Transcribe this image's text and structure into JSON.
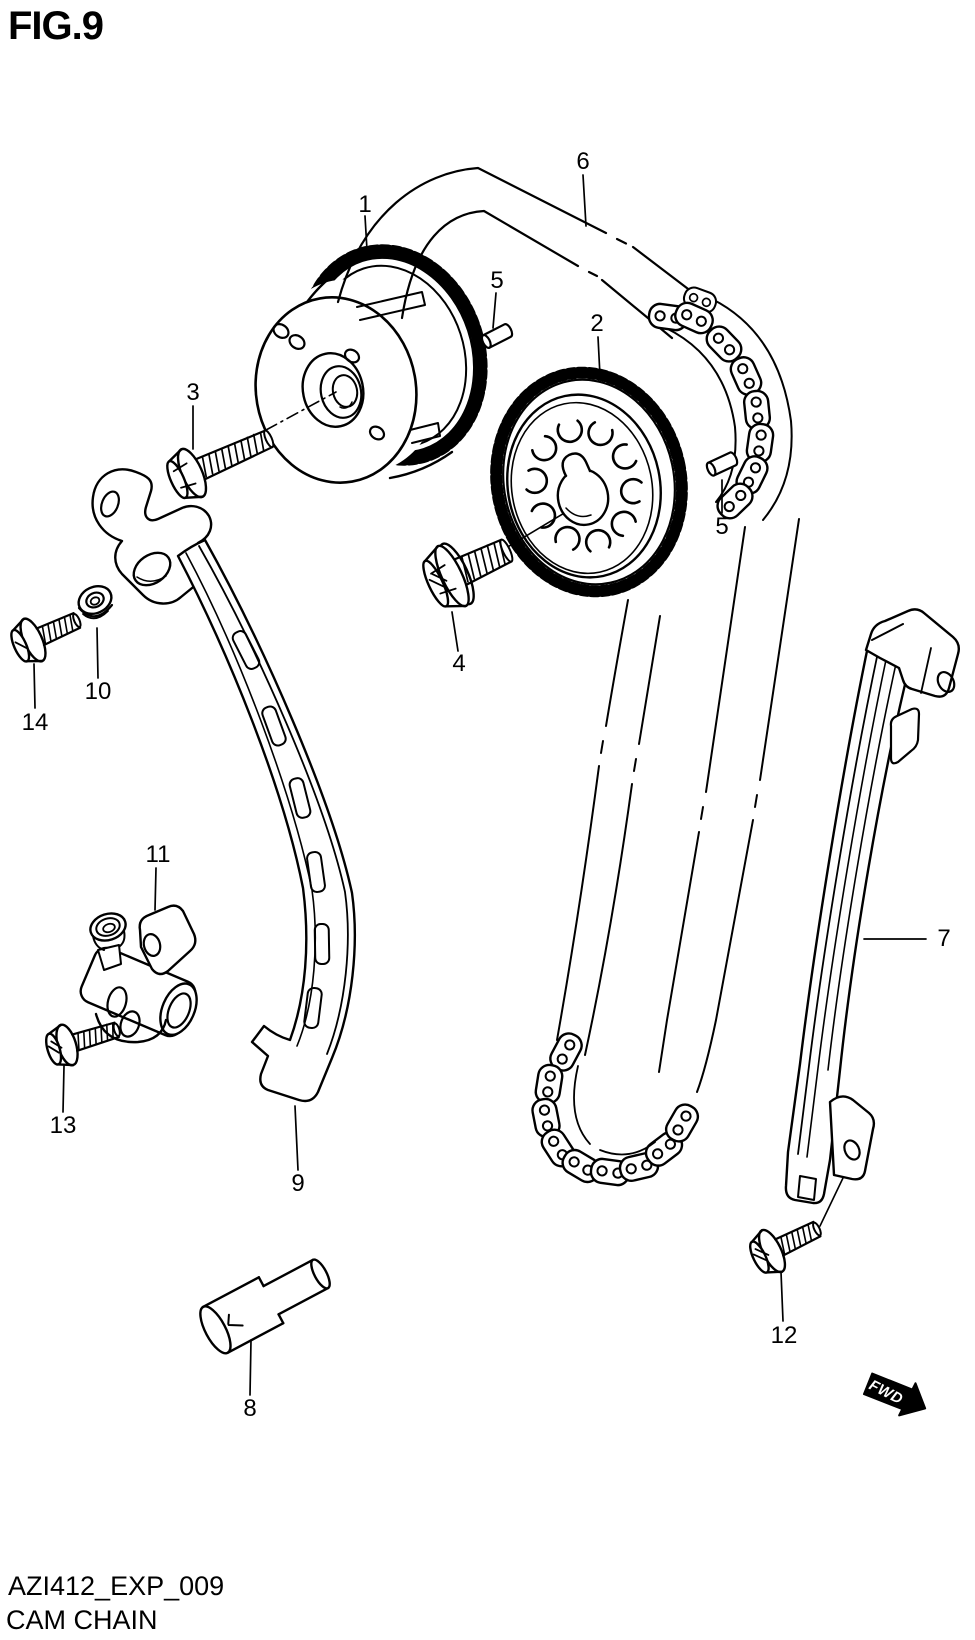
{
  "figure": {
    "title": "FIG.9",
    "code": "AZI412_EXP_009",
    "caption": "CAM CHAIN"
  },
  "direction_marker": {
    "label": "FWD"
  },
  "colors": {
    "line": "#000000",
    "background": "#ffffff"
  },
  "callouts": [
    {
      "label": "1"
    },
    {
      "label": "2"
    },
    {
      "label": "3"
    },
    {
      "label": "4"
    },
    {
      "label": "5"
    },
    {
      "label": "5"
    },
    {
      "label": "6"
    },
    {
      "label": "7"
    },
    {
      "label": "8"
    },
    {
      "label": "9"
    },
    {
      "label": "10"
    },
    {
      "label": "11"
    },
    {
      "label": "12"
    },
    {
      "label": "13"
    },
    {
      "label": "14"
    }
  ]
}
